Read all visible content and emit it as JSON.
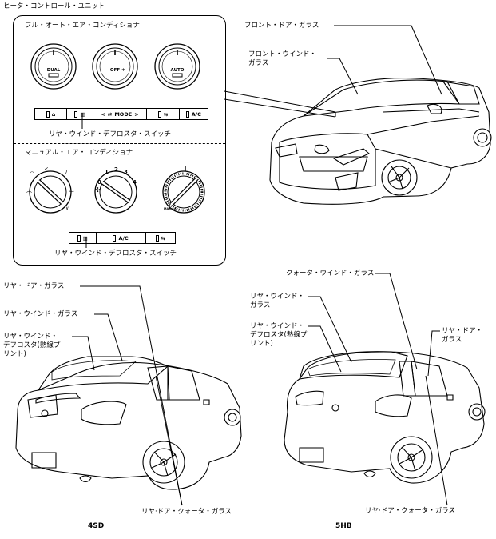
{
  "labels": {
    "heater_control_unit": "ヒータ・コントロール・ユニット",
    "full_auto_ac": "フル・オート・エア・コンディショナ",
    "rear_defroster_switch_1": "リヤ・ウインド・デフロスタ・スイッチ",
    "manual_ac": "マニュアル・エア・コンディショナ",
    "rear_defroster_switch_2": "リヤ・ウインド・デフロスタ・スイッチ",
    "front_door_glass": "フロント・ドア・ガラス",
    "front_window_glass": "フロント・ウインド・\nガラス",
    "sd_rear_door_glass": "リヤ・ドア・ガラス",
    "sd_rear_window_glass": "リヤ・ウインド・ガラス",
    "sd_rear_defroster": "リヤ・ウインド・\nデフロスタ(熱線プ\nリント)",
    "sd_rear_quarter_glass": "リヤ·ドア・クォータ・ガラス",
    "hb_quarter_window_glass": "クォータ・ウインド・ガラス",
    "hb_rear_window_glass": "リヤ・ウインド・\nガラス",
    "hb_rear_defroster": "リヤ・ウインド・\nデフロスタ(熱線プ\nリント)",
    "hb_rear_door_glass": "リヤ・ドア・\nガラス",
    "hb_rear_quarter_glass": "リヤ·ドア・クォータ・ガラス"
  },
  "models": {
    "sedan": "4SD",
    "hatchback": "5HB"
  },
  "auto_ac": {
    "dial_labels": [
      "DUAL",
      "OFF",
      "AUTO"
    ],
    "mode_label": "MODE",
    "ac_label": "A/C"
  },
  "manual_ac": {
    "fan_speeds": [
      "0",
      "1",
      "2",
      "3",
      "4"
    ],
    "ac_label": "A/C",
    "maxac_label": "MAX A/C"
  }
}
